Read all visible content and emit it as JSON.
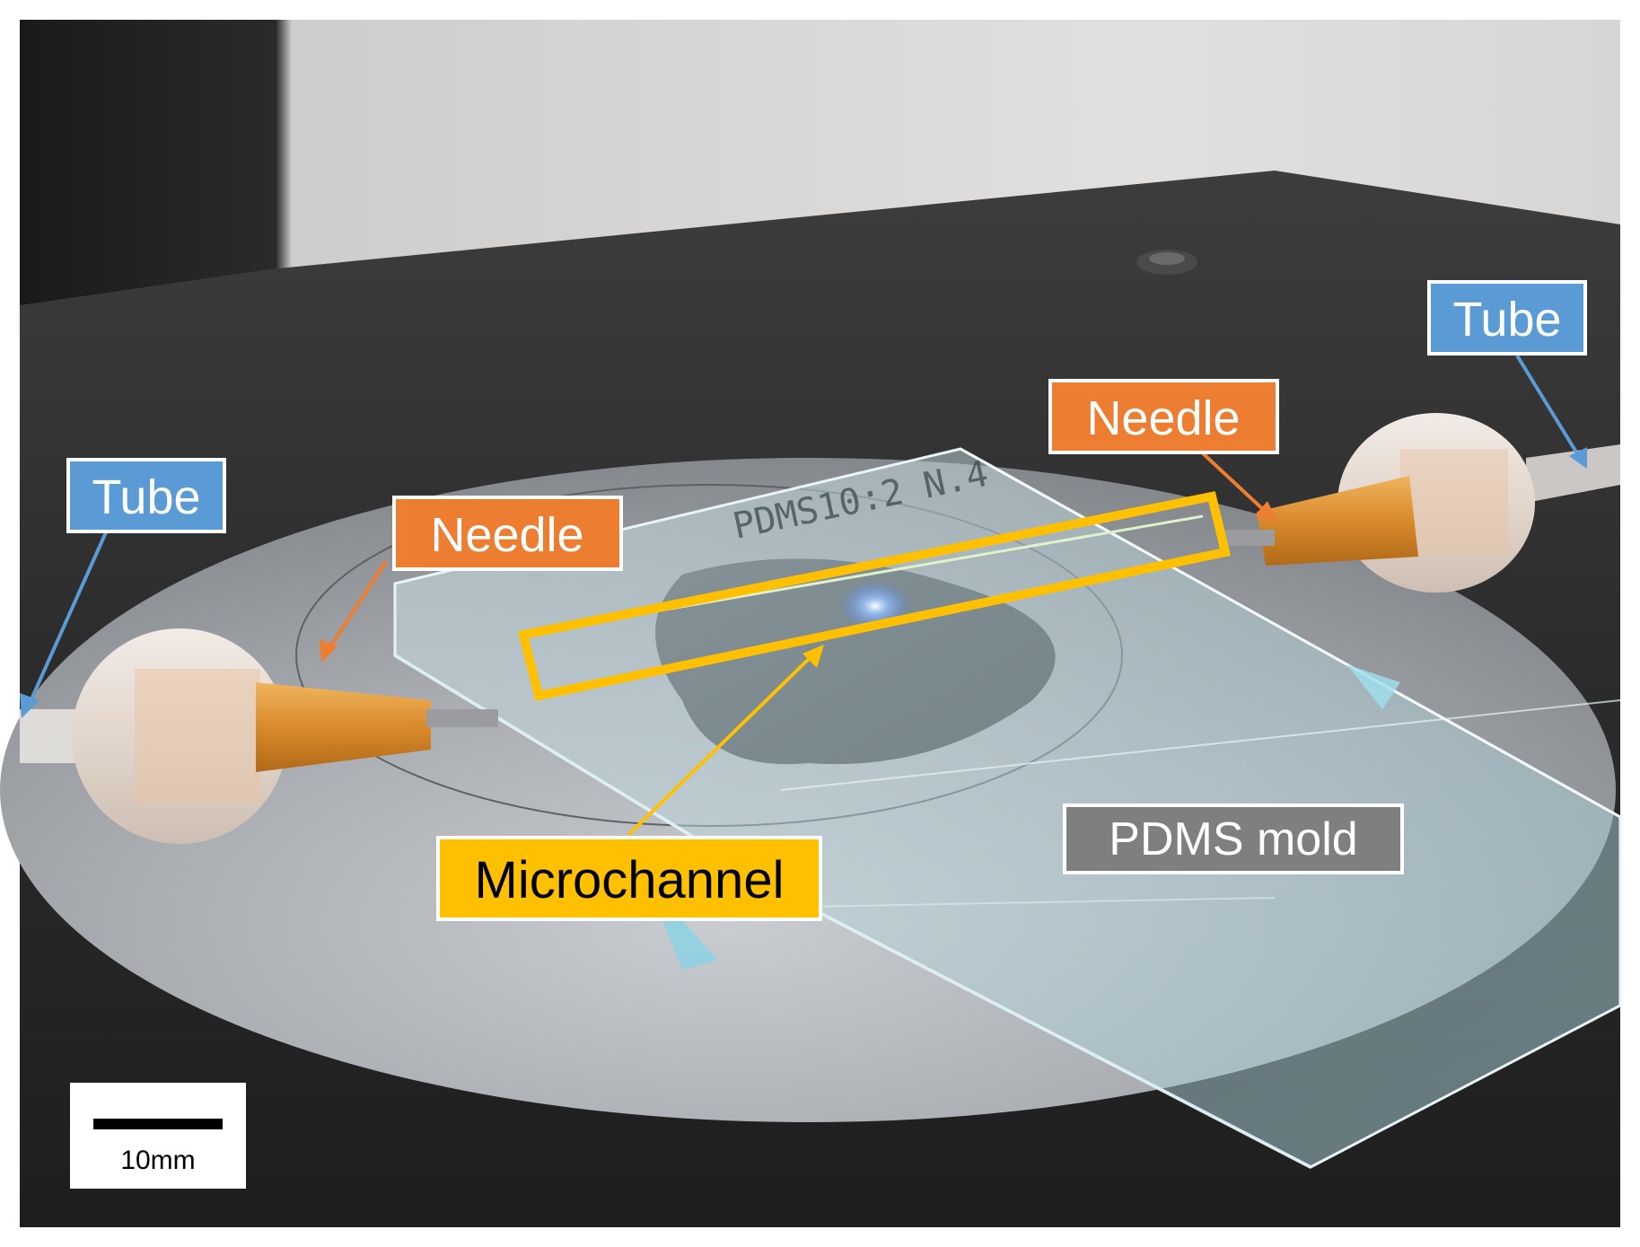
{
  "labels": {
    "tube_left": "Tube",
    "tube_right": "Tube",
    "needle_left": "Needle",
    "needle_right": "Needle",
    "microchannel": "Microchannel",
    "pdms_mold": "PDMS mold",
    "scale_bar": "10mm",
    "mold_inscription": "PDMS10:2 N.4"
  },
  "colors": {
    "tube": "#5b9bd5",
    "needle": "#ed7d31",
    "microchannel": "#ffc000",
    "pdms_mold": "#7f7f7f",
    "label_border": "#ffffff",
    "scale_bar": "#000000"
  },
  "scale_bar_length": "10mm"
}
